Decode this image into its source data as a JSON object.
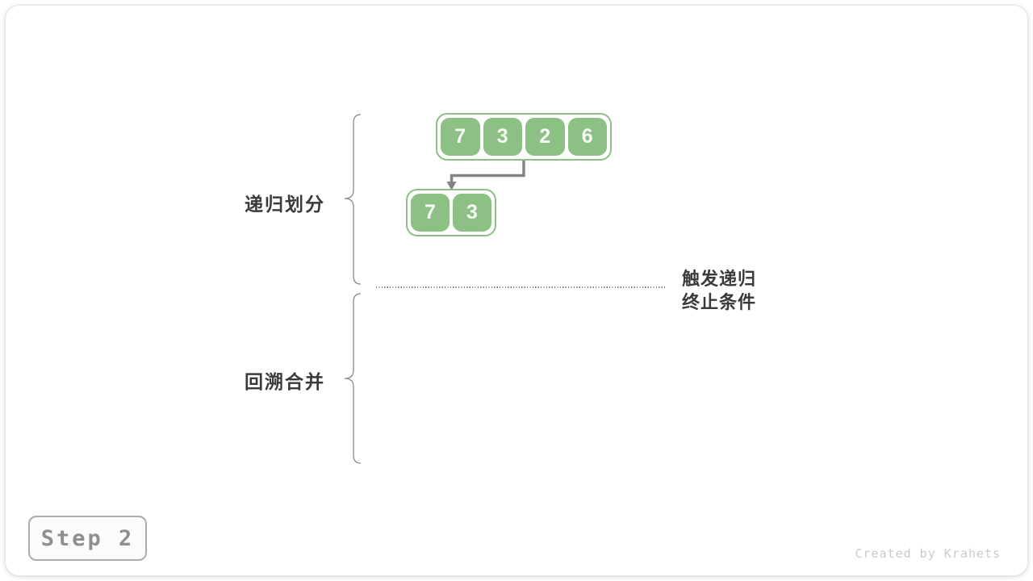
{
  "step_badge": {
    "label": "Step 2"
  },
  "watermark": {
    "text": "Created by Krahets"
  },
  "phase_labels": {
    "divide": "递归划分",
    "merge": "回溯合并"
  },
  "annotation": {
    "line1": "触发递归",
    "line2": "终止条件"
  },
  "arrays": {
    "level0": {
      "values": [
        "7",
        "3",
        "2",
        "6"
      ]
    },
    "level1": {
      "values": [
        "7",
        "3"
      ]
    }
  },
  "colors": {
    "cell_green": "#8dc084",
    "arrow_gray": "#848484",
    "brace_gray": "#8a8a8a",
    "label_dark": "#3a3a3a",
    "step_text_gray": "#8f8f8f",
    "watermark_gray": "#cbcbcb"
  }
}
